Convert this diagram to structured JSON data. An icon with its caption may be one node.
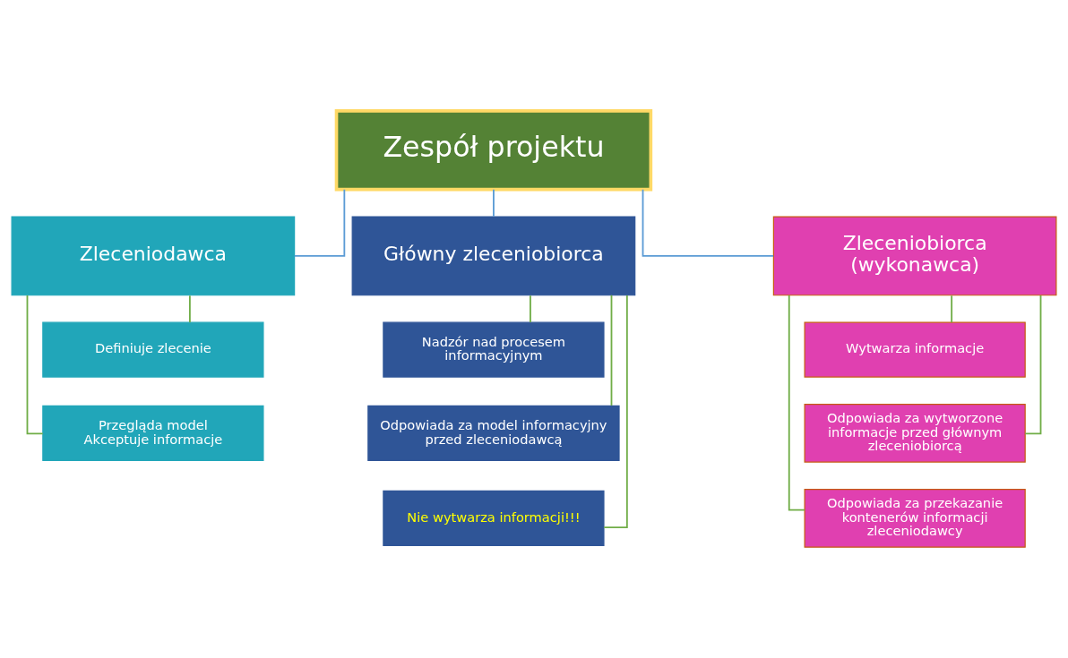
{
  "diagram": {
    "nodes": [
      {
        "text": [
          "Zespół projektu"
        ]
      },
      {
        "text": [
          "Zleceniodawca"
        ]
      },
      {
        "text": [
          "Główny zleceniobiorca"
        ]
      },
      {
        "text": [
          "Zleceniobiorca (wykonawca)"
        ]
      },
      {
        "text": [
          "Definiuje zlecenie"
        ]
      },
      {
        "text": [
          "Przegląda model",
          "Akceptuje informacje"
        ]
      },
      {
        "text": [
          "Nadzór nad procesem informacyjnym"
        ]
      },
      {
        "text": [
          "Odpowiada za model informacyjny przed zleceniodawcą"
        ]
      },
      {
        "text": [
          "Nie wytwarza informacji!!!"
        ]
      },
      {
        "text": [
          "Wytwarza informacje"
        ]
      },
      {
        "text": [
          "Odpowiada za wytworzone informacje przed głównym zleceniobiorcą"
        ]
      },
      {
        "text": [
          "Odpowiada za przekazanie kontenerów informacji zleceniodawcy"
        ]
      }
    ],
    "edges": [
      {
        "from": 0,
        "to": 1,
        "arrow": "none",
        "color": "#5b9bd5"
      },
      {
        "from": 0,
        "to": 2,
        "arrow": "none",
        "color": "#5b9bd5"
      },
      {
        "from": 0,
        "to": 3,
        "arrow": "none",
        "color": "#5b9bd5"
      },
      {
        "from": 1,
        "to": 4,
        "arrow": "none"
      },
      {
        "from": 1,
        "to": 5,
        "arrow": "none"
      },
      {
        "from": 2,
        "to": 6,
        "arrow": "none"
      },
      {
        "from": 2,
        "to": 7,
        "arrow": "none"
      },
      {
        "from": 2,
        "to": 8,
        "arrow": "none"
      },
      {
        "from": 3,
        "to": 9,
        "arrow": "none"
      },
      {
        "from": 3,
        "to": 10,
        "arrow": "none"
      },
      {
        "from": 3,
        "to": 11,
        "arrow": "none"
      }
    ]
  }
}
